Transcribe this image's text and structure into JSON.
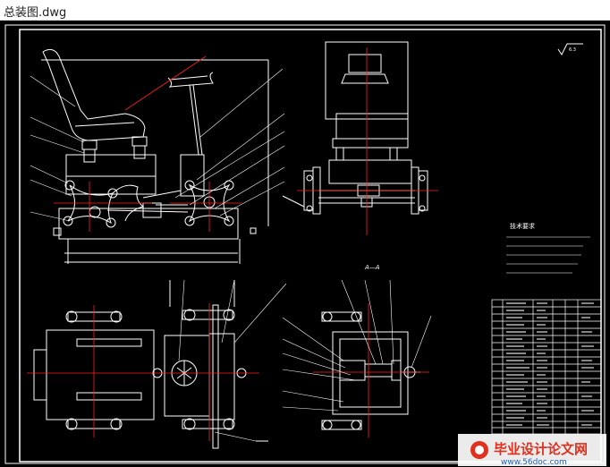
{
  "window": {
    "title": "总装图.dwg"
  },
  "drawing": {
    "section_label": "A—A",
    "tech_req_title": "技术要求",
    "roughness_symbol": "√",
    "roughness_value": "6.3"
  },
  "watermark": {
    "line1": "毕业设计论文网",
    "line2": "www.56doc.com"
  },
  "colors": {
    "background": "#000000",
    "lines": "#ffffff",
    "centerlines": "#ff2020",
    "frame": "#ffffff"
  }
}
